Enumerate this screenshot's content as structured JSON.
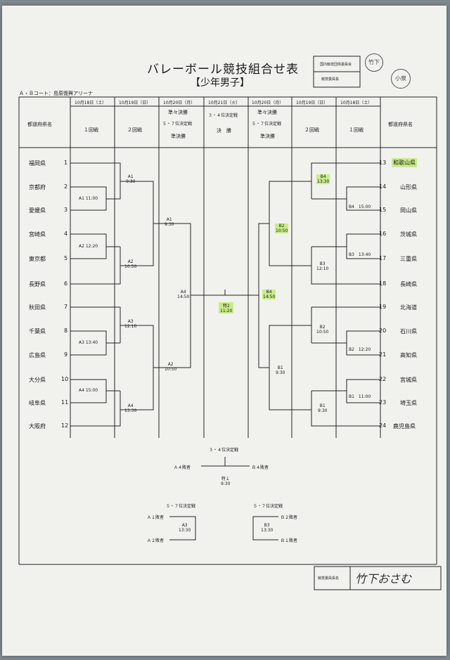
{
  "title": "バレーボール競技組合せ表",
  "subtitle": "【少年男子】",
  "approval": {
    "row1": "国内競技団体委員会",
    "row2": "競技委員長",
    "stamp1": "竹下",
    "stamp2": "小泉"
  },
  "venue": "Ａ・Ｂコート：島原復興アリーナ",
  "header": {
    "pref_col": "都道府県名",
    "dates": [
      "10月18日（土）",
      "10月19日（日）",
      "10月20日（月）",
      "10月21日（火）",
      "10月20日（月）",
      "10月19日（日）",
      "10月18日（土）"
    ],
    "rounds_left": [
      "１回戦",
      "２回戦"
    ],
    "col_sf": [
      "準々決勝",
      "５・７位決定戦",
      "準決勝"
    ],
    "col_final": [
      "３・４位決定戦",
      "決　勝"
    ],
    "rounds_right": [
      "２回戦",
      "１回戦"
    ]
  },
  "left_teams": [
    {
      "name": "福岡県",
      "no": "1"
    },
    {
      "name": "京都府",
      "no": "2"
    },
    {
      "name": "愛媛県",
      "no": "3"
    },
    {
      "name": "宮崎県",
      "no": "4"
    },
    {
      "name": "東京都",
      "no": "5"
    },
    {
      "name": "長野県",
      "no": "6"
    },
    {
      "name": "秋田県",
      "no": "7"
    },
    {
      "name": "千葉県",
      "no": "8"
    },
    {
      "name": "広島県",
      "no": "9"
    },
    {
      "name": "大分県",
      "no": "10"
    },
    {
      "name": "岐阜県",
      "no": "11"
    },
    {
      "name": "大阪府",
      "no": "12"
    }
  ],
  "right_teams": [
    {
      "name": "和歌山県",
      "no": "13"
    },
    {
      "name": "山形県",
      "no": "14"
    },
    {
      "name": "岡山県",
      "no": "15"
    },
    {
      "name": "茨城県",
      "no": "16"
    },
    {
      "name": "三重県",
      "no": "17"
    },
    {
      "name": "長崎県",
      "no": "18"
    },
    {
      "name": "北海道",
      "no": "19"
    },
    {
      "name": "石川県",
      "no": "20"
    },
    {
      "name": "高知県",
      "no": "21"
    },
    {
      "name": "宮城県",
      "no": "22"
    },
    {
      "name": "埼玉県",
      "no": "23"
    },
    {
      "name": "鹿児島県",
      "no": "24"
    }
  ],
  "matches": {
    "l_r1a": "A1 11:00",
    "l_r1b": "A2 12:20",
    "l_r1c": "A3 13:40",
    "l_r1d": "A4 15:00",
    "l_r2a": [
      "A1",
      "9:30"
    ],
    "l_r2b": [
      "A2",
      "10:50"
    ],
    "l_r2c": [
      "A3",
      "12:10"
    ],
    "l_r2d": [
      "A4",
      "13:30"
    ],
    "l_qf1": [
      "A1",
      "9:30"
    ],
    "l_qf2": [
      "A2",
      "10:50"
    ],
    "l_sf": [
      "A4",
      "14:50"
    ],
    "final": [
      "特2",
      "11:20"
    ],
    "r_sf": [
      "B4",
      "14:50"
    ],
    "r_qf1": [
      "B2",
      "10:50"
    ],
    "r_qf2": [
      "B1",
      "9:30"
    ],
    "r_r2a": [
      "B4",
      "13:30"
    ],
    "r_r2b": [
      "B3",
      "12:10"
    ],
    "r_r2c": [
      "B2",
      "10:50"
    ],
    "r_r2d": [
      "B1",
      "9:30"
    ],
    "r_r1a": "B4　15:00",
    "r_r1b": "B3　13:40",
    "r_r1c": "B2　12:20",
    "r_r1d": "B1　11:00"
  },
  "third": {
    "title": "３・４位決定戦",
    "left": "Ａ４敗者",
    "right": "Ｂ４敗者",
    "code": "特１",
    "time": "9:30"
  },
  "fifth_left": {
    "title": "５・７位決定戦",
    "a": "Ａ１敗者",
    "b": "Ａ２敗者",
    "code": "A3",
    "time": "13:30"
  },
  "fifth_right": {
    "title": "５・７位決定戦",
    "a": "Ｂ２敗者",
    "b": "Ｂ１敗者",
    "code": "B3",
    "time": "13:30"
  },
  "footer": {
    "label": "競技委員長名",
    "signature": "竹下おさむ"
  },
  "highlight": "#c9ec8a"
}
